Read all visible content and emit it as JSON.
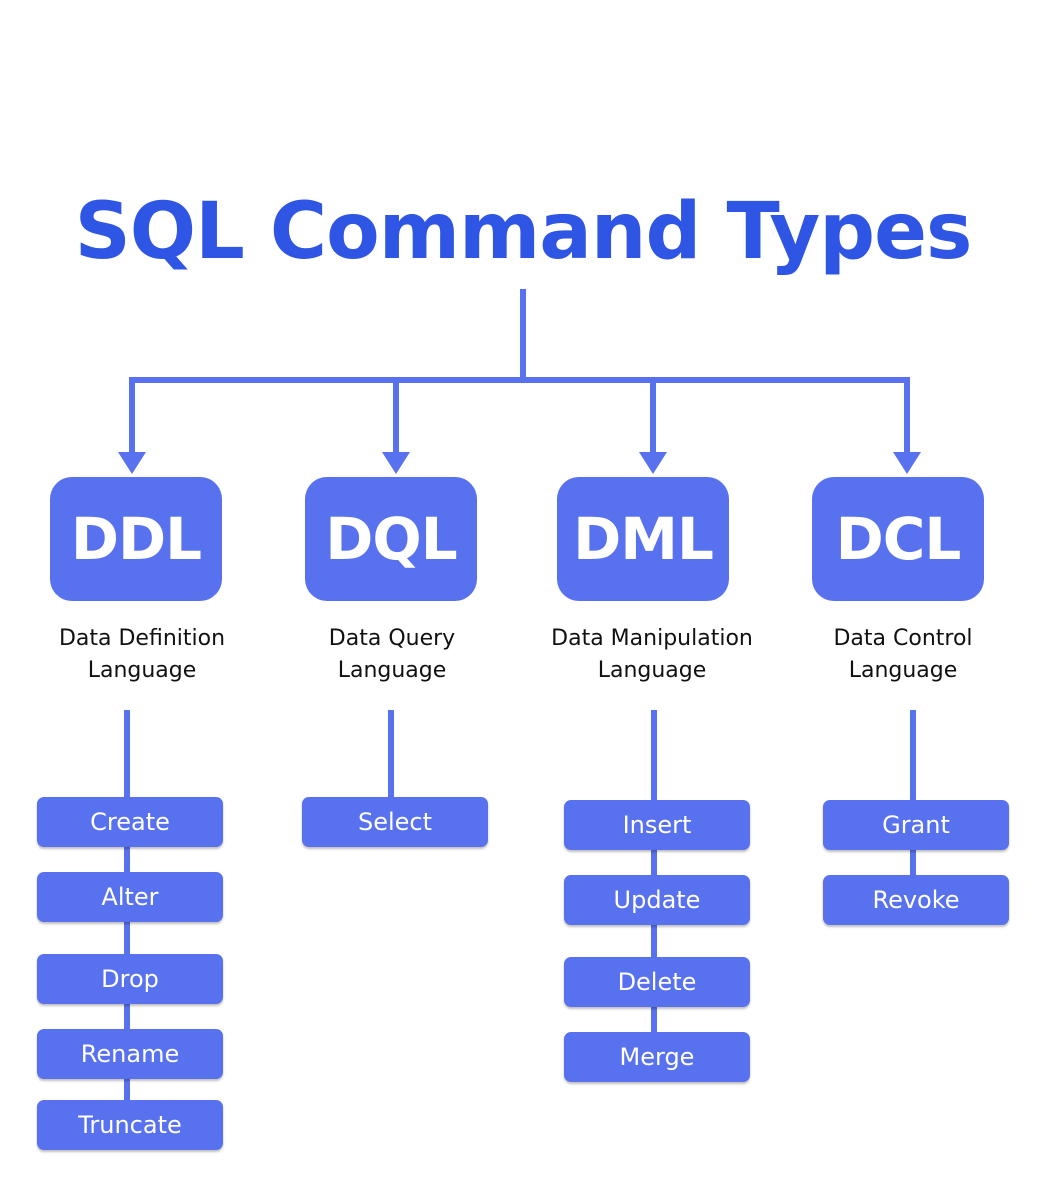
{
  "title": "SQL Command Types",
  "colors": {
    "title": "#2f55e4",
    "box": "#5871ee",
    "line": "#5871ee",
    "text": "#111111"
  },
  "categories": [
    {
      "abbr": "DDL",
      "desc_line1": "Data Definition",
      "desc_line2": "Language",
      "commands": [
        "Create",
        "Alter",
        "Drop",
        "Rename",
        "Truncate"
      ]
    },
    {
      "abbr": "DQL",
      "desc_line1": "Data Query",
      "desc_line2": "Language",
      "commands": [
        "Select"
      ]
    },
    {
      "abbr": "DML",
      "desc_line1": "Data Manipulation",
      "desc_line2": "Language",
      "commands": [
        "Insert",
        "Update",
        "Delete",
        "Merge"
      ]
    },
    {
      "abbr": "DCL",
      "desc_line1": "Data Control",
      "desc_line2": "Language",
      "commands": [
        "Grant",
        "Revoke"
      ]
    }
  ]
}
